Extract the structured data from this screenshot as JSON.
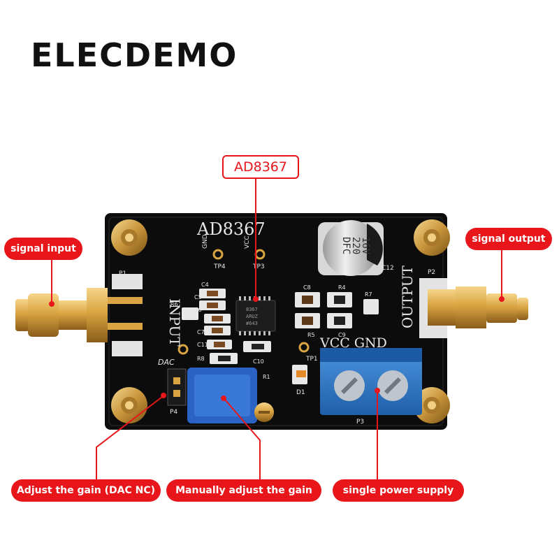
{
  "brand": {
    "name": "ELECDEMO"
  },
  "chip_label": "AD8367",
  "callouts": {
    "signal_input": "signal input",
    "signal_output": "signal output",
    "adjust_gain_dac": "Adjust the gain (DAC NC)",
    "manual_gain": "Manually adjust the gain",
    "power_supply": "single power supply"
  },
  "board": {
    "title": "AD8367",
    "input_label": "INPUT",
    "output_label": "OUTPUT",
    "vcc_gnd_label": "VCC GND",
    "tp_gnd": "GND",
    "tp_vcc": "VCC",
    "tp4": "TP4",
    "tp3": "TP3",
    "tp1": "TP1",
    "p1": "P1",
    "p2": "P2",
    "p3": "P3",
    "p4": "P4",
    "dac": "DAC",
    "d1": "D1",
    "c12": "C12",
    "cap_value": "220",
    "cap_voltage": "16V",
    "cap_brand": "DFC",
    "chip_marking_1": "8367",
    "chip_marking_2": "ARUZ",
    "chip_marking_3": "#643",
    "refs": [
      "C4",
      "C5",
      "C6",
      "R6",
      "C7",
      "C11",
      "R8",
      "C10",
      "C8",
      "R4",
      "R7",
      "R5",
      "C9",
      "R1"
    ]
  },
  "colors": {
    "accent_red": "#e8161b",
    "pcb_black": "#0c0c0c",
    "terminal_blue": "#2f7ccc",
    "pot_blue": "#2b63c4",
    "gold": "#d9a441"
  }
}
